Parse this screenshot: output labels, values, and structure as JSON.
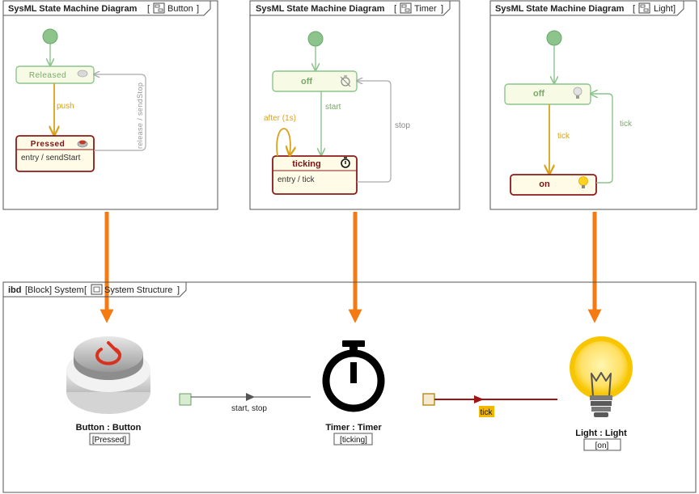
{
  "colors": {
    "frame": "#555555",
    "inactive_fill": "#f7fbe6",
    "inactive_stroke": "#8cc48c",
    "inactive_text": "#7aa86a",
    "active_fill": "#fffbe6",
    "active_stroke": "#8b1a1a",
    "active_text": "#7a1414",
    "init_fill": "#8cc48c",
    "gold_transition": "#d9a21b",
    "gray_transition": "#aaaaaa",
    "orange_arrow": "#f47a11",
    "port_fill": "#d8ecd0",
    "signal_line": "#a01414",
    "tick_badge": "#f2b800"
  },
  "diagrams": [
    {
      "frame_title": "SysML State Machine Diagram",
      "frame_context": "Button",
      "states": [
        {
          "label": "Released",
          "active": false,
          "icon": "button-released-icon"
        },
        {
          "label": "Pressed",
          "active": true,
          "entry": "entry / sendStart",
          "icon": "button-pressed-icon"
        }
      ],
      "transitions": [
        {
          "label": "push",
          "style": "active"
        },
        {
          "label": "release / sendStop",
          "style": "inactive"
        }
      ]
    },
    {
      "frame_title": "SysML State Machine Diagram",
      "frame_context": "Timer",
      "states": [
        {
          "label": "off",
          "active": false,
          "icon": "stopwatch-off-icon"
        },
        {
          "label": "ticking",
          "active": true,
          "entry": "entry / tick",
          "icon": "stopwatch-icon"
        }
      ],
      "transitions": [
        {
          "label": "start",
          "style": "inactive"
        },
        {
          "label": "stop",
          "style": "inactive"
        },
        {
          "label": "after (1s)",
          "style": "active"
        }
      ]
    },
    {
      "frame_title": "SysML State Machine Diagram",
      "frame_context": "Light",
      "states": [
        {
          "label": "off",
          "active": false,
          "icon": "bulb-off-icon"
        },
        {
          "label": "on",
          "active": true,
          "icon": "bulb-on-icon"
        }
      ],
      "transitions": [
        {
          "label": "tick",
          "style": "active"
        },
        {
          "label": "tick",
          "style": "inactive"
        }
      ]
    }
  ],
  "ibd": {
    "keyword": "ibd",
    "kind": "[Block]",
    "name": "System",
    "diagram_name": "System Structure",
    "parts": [
      {
        "label": "Button : Button",
        "state": "[Pressed]",
        "icon": "power-button-icon"
      },
      {
        "label": "Timer : Timer",
        "state": "[ticking]",
        "icon": "stopwatch-large-icon"
      },
      {
        "label": "Light : Light",
        "state": "[on]",
        "icon": "light-bulb-icon"
      }
    ],
    "connectors": [
      {
        "label": "start, stop"
      },
      {
        "label": "tick"
      }
    ]
  }
}
